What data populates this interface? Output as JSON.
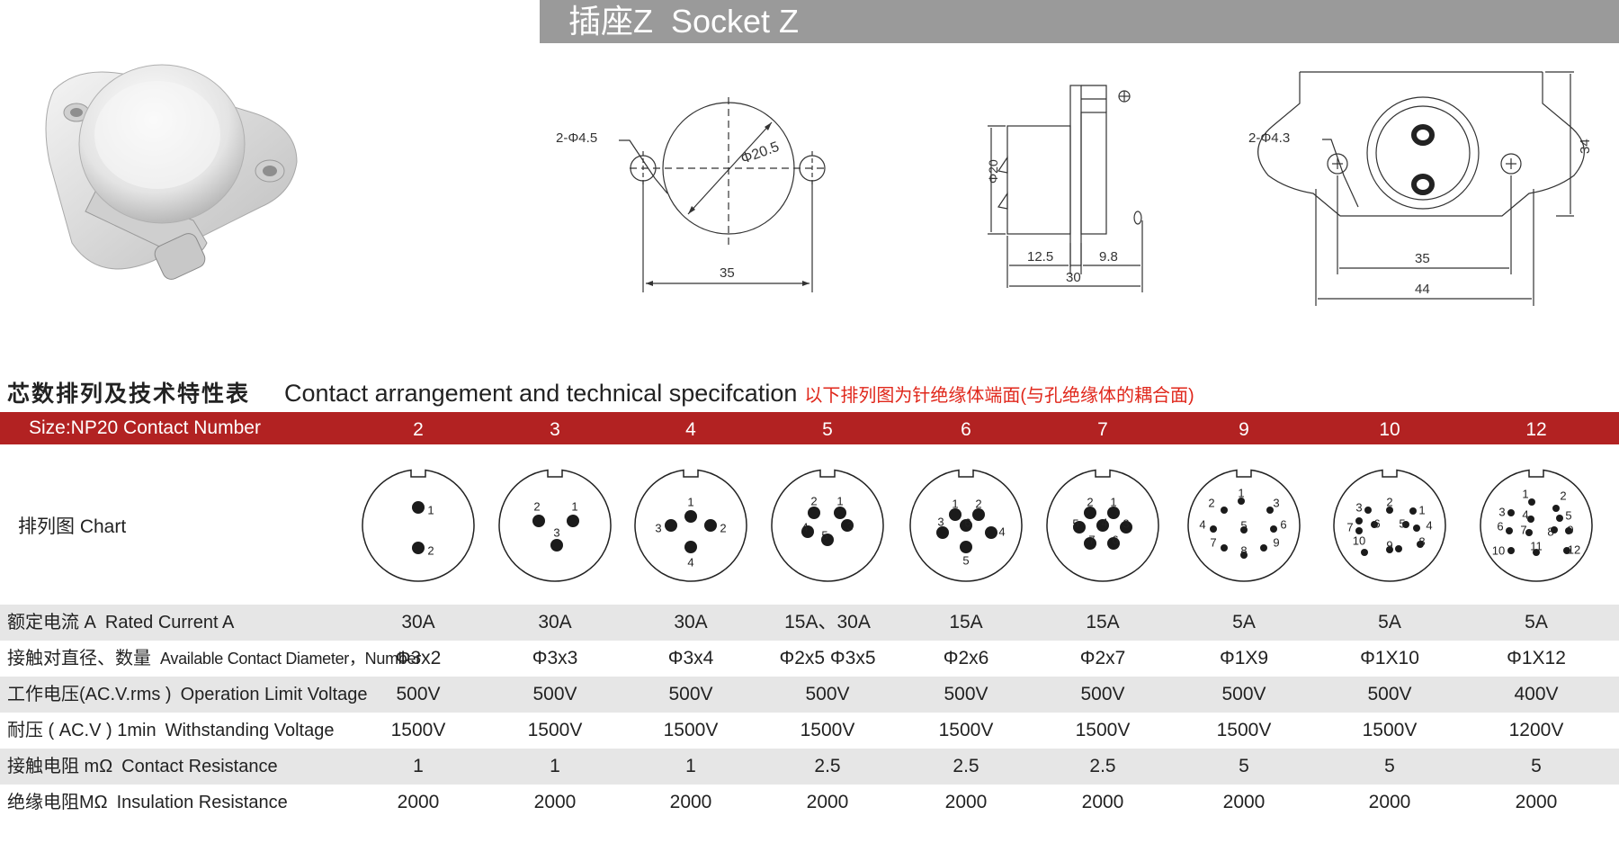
{
  "title": "插座Z  Socket Z",
  "drawings": {
    "front": {
      "hole_label": "2-Φ4.5",
      "dia_label": "Φ20.5",
      "width_label": "35"
    },
    "side": {
      "dia_label": "Φ20",
      "dim1_label": "12.5",
      "dim2_label": "9.8",
      "total_label": "30"
    },
    "flange": {
      "hole_label": "2-Φ4.3",
      "height_label": "34",
      "hole_spacing_label": "35",
      "width_label": "44"
    }
  },
  "heading": {
    "cn": "芯数排列及技术特性表",
    "en": "Contact arrangement and technical specifcation",
    "note": "以下排列图为针绝缘体端面(与孔绝缘体的耦合面)"
  },
  "header": {
    "label": "Size:NP20 Contact  Number",
    "numbers": [
      "2",
      "3",
      "4",
      "5",
      "6",
      "7",
      "9",
      "10",
      "12"
    ]
  },
  "chart_label": "排列图 Chart",
  "pin_layouts": [
    {
      "labels": [
        "1",
        "2"
      ]
    },
    {
      "labels": [
        "2",
        "1",
        "3"
      ]
    },
    {
      "labels": [
        "1",
        "3",
        "2",
        "4"
      ]
    },
    {
      "labels": [
        "2",
        "1",
        "4",
        "3",
        "5"
      ]
    },
    {
      "labels": [
        "1",
        "2",
        "3",
        "6",
        "4",
        "5"
      ]
    },
    {
      "labels": [
        "2",
        "1",
        "5",
        "4",
        "3",
        "7",
        "6"
      ]
    },
    {
      "labels": [
        "1",
        "2",
        "3",
        "4",
        "5",
        "6",
        "7",
        "8",
        "9"
      ]
    },
    {
      "labels": [
        "1",
        "2",
        "3",
        "4",
        "5",
        "6",
        "7",
        "8",
        "9",
        "10"
      ]
    },
    {
      "labels": [
        "1",
        "2",
        "3",
        "4",
        "5",
        "6",
        "7",
        "8",
        "9",
        "10",
        "11",
        "12"
      ]
    }
  ],
  "rows": [
    {
      "cn": "额定电流 A",
      "en": "Rated Current A",
      "values": [
        "30A",
        "30A",
        "30A",
        "15A、30A",
        "15A",
        "15A",
        "5A",
        "5A",
        "5A"
      ]
    },
    {
      "cn": "接触对直径、数量",
      "en": "Available Contact Diameter，Number",
      "values": [
        "Φ3x2",
        "Φ3x3",
        "Φ3x4",
        "Φ2x5  Φ3x5",
        "Φ2x6",
        "Φ2x7",
        "Φ1X9",
        "Φ1X10",
        "Φ1X12"
      ]
    },
    {
      "cn": "工作电压(AC.V.rms )",
      "en": "Operation Limit Voltage",
      "values": [
        "500V",
        "500V",
        "500V",
        "500V",
        "500V",
        "500V",
        "500V",
        "500V",
        "400V"
      ]
    },
    {
      "cn": "耐压  ( AC.V ) 1min",
      "en": "Withstanding Voltage",
      "values": [
        "1500V",
        "1500V",
        "1500V",
        "1500V",
        "1500V",
        "1500V",
        "1500V",
        "1500V",
        "1200V"
      ]
    },
    {
      "cn": "接触电阻 mΩ",
      "en": "Contact Resistance",
      "values": [
        "1",
        "1",
        "1",
        "2.5",
        "2.5",
        "2.5",
        "5",
        "5",
        "5"
      ]
    },
    {
      "cn": "绝缘电阻MΩ",
      "en": "Insulation Resistance",
      "values": [
        "2000",
        "2000",
        "2000",
        "2000",
        "2000",
        "2000",
        "2000",
        "2000",
        "2000"
      ]
    }
  ],
  "colors": {
    "title_bar": "#9a9a9a",
    "header_bar": "#b22222",
    "note_text": "#e0271b",
    "row_shade": "#e6e6e6"
  }
}
